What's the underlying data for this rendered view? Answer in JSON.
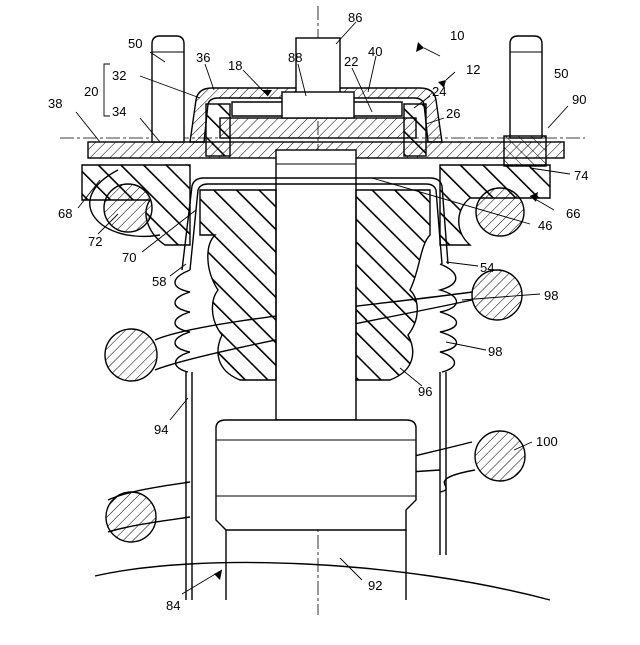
{
  "figure": {
    "reference_numerals": [
      {
        "id": "n86",
        "text": "86"
      },
      {
        "id": "n10",
        "text": "10"
      },
      {
        "id": "n50a",
        "text": "50"
      },
      {
        "id": "n50b",
        "text": "50"
      },
      {
        "id": "n36",
        "text": "36"
      },
      {
        "id": "n88",
        "text": "88"
      },
      {
        "id": "n40",
        "text": "40"
      },
      {
        "id": "n12",
        "text": "12"
      },
      {
        "id": "n32",
        "text": "32"
      },
      {
        "id": "n18",
        "text": "18"
      },
      {
        "id": "n22",
        "text": "22"
      },
      {
        "id": "n20",
        "text": "20"
      },
      {
        "id": "n24",
        "text": "24"
      },
      {
        "id": "n90",
        "text": "90"
      },
      {
        "id": "n38",
        "text": "38"
      },
      {
        "id": "n34",
        "text": "34"
      },
      {
        "id": "n26",
        "text": "26"
      },
      {
        "id": "n74",
        "text": "74"
      },
      {
        "id": "n68",
        "text": "68"
      },
      {
        "id": "n66",
        "text": "66"
      },
      {
        "id": "n72",
        "text": "72"
      },
      {
        "id": "n46",
        "text": "46"
      },
      {
        "id": "n70",
        "text": "70"
      },
      {
        "id": "n58",
        "text": "58"
      },
      {
        "id": "n54",
        "text": "54"
      },
      {
        "id": "n98a",
        "text": "98"
      },
      {
        "id": "n98b",
        "text": "98"
      },
      {
        "id": "n96",
        "text": "96"
      },
      {
        "id": "n94",
        "text": "94"
      },
      {
        "id": "n100",
        "text": "100"
      },
      {
        "id": "n92",
        "text": "92"
      },
      {
        "id": "n84",
        "text": "84"
      }
    ]
  }
}
